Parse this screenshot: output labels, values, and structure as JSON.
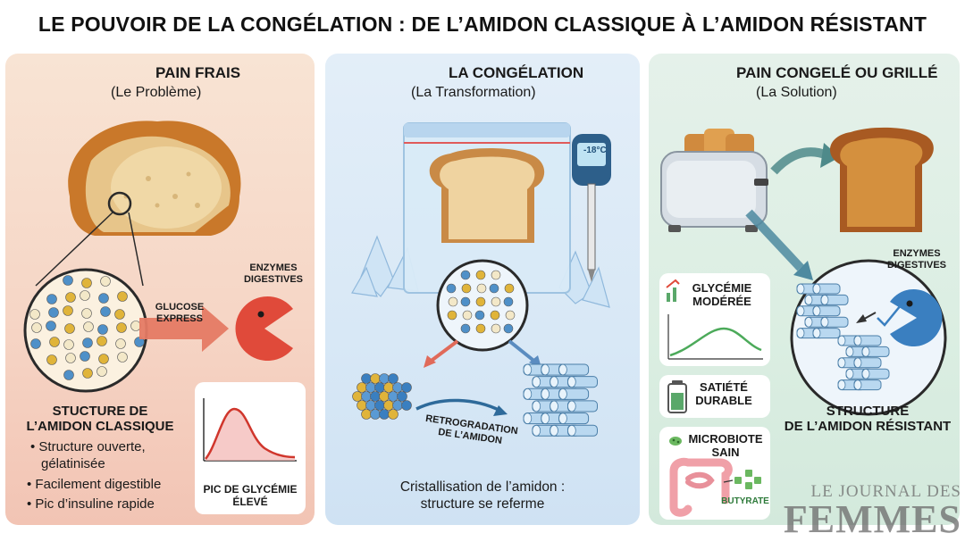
{
  "title": "LE POUVOIR DE LA CONGÉLATION : DE L’AMIDON CLASSIQUE À L’AMIDON RÉSISTANT",
  "colors": {
    "problem": "#f2c4b4",
    "transformation": "#cfe2f3",
    "solution": "#d3e9dc",
    "accent_red": "#e04a3a",
    "accent_blue": "#3a7fc0",
    "accent_green": "#5aa86a"
  },
  "panels": {
    "problem": {
      "heading": "PAIN FRAIS",
      "subheading": "(Le Problème)",
      "glucose_label_1": "GLUCOSE",
      "glucose_label_2": "EXPRESS",
      "enzymes_label_1": "ENZYMES",
      "enzymes_label_2": "DIGESTIVES",
      "structure_title_1": "STUCTURE DE",
      "structure_title_2": "L’AMIDON CLASSIQUE",
      "bullets": [
        "• Structure ouverte,",
        "gélatinisée",
        "• Facilement digestible",
        "• Pic d’insuline rapide"
      ],
      "chart_label_1": "PIC DE GLYCÉMIE",
      "chart_label_2": "ÉLEVÉ"
    },
    "transformation": {
      "heading": "LA CONGÉLATION",
      "subheading": "(La Transformation)",
      "thermometer_reading": "-18°C",
      "retro_label_1": "RETROGRADATION",
      "retro_label_2": "DE L’AMIDON",
      "caption_1": "Cristallisation de l’amidon :",
      "caption_2": "structure se referme"
    },
    "solution": {
      "heading": "PAIN CONGELÉ OU GRILLÉ",
      "subheading": "(La Solution)",
      "enzymes_label_1": "ENZYMES",
      "enzymes_label_2": "DIGESTIVES",
      "benefit_glycemia_1": "GLYCÉMIE",
      "benefit_glycemia_2": "MODÉRÉE",
      "benefit_satiety_1": "SATIÉTÉ",
      "benefit_satiety_2": "DURABLE",
      "benefit_microbiote_1": "MICROBIOTE",
      "benefit_microbiote_2": "SAIN",
      "butyrate_label": "BUTYRATE",
      "structure_title_1": "STRUCTURE",
      "structure_title_2": "DE L’AMIDON RÉSISTANT"
    }
  },
  "logo": {
    "line1": "LE JOURNAL DES",
    "line2": "FEMMES"
  },
  "icons": [
    "bread-loaf-icon",
    "magnifier-circle-icon",
    "enzyme-pacman-icon",
    "freezer-bag-icon",
    "thermometer-icon",
    "ice-crystal-icon",
    "toaster-icon",
    "toast-icon",
    "crystal-cluster-icon",
    "battery-icon",
    "intestine-icon",
    "chart-up-icon"
  ]
}
